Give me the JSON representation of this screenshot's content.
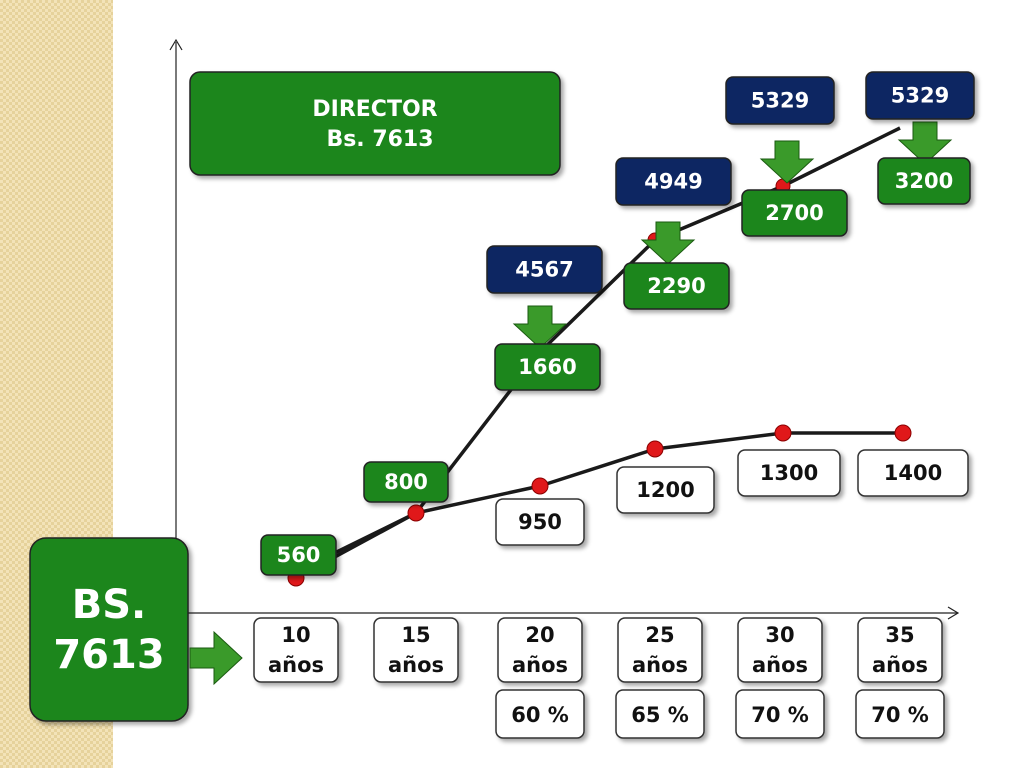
{
  "chart_data": {
    "type": "line",
    "title": "",
    "director": {
      "line1": "DIRECTOR",
      "line2": "Bs. 7613"
    },
    "base_salary": {
      "line1": "BS.",
      "line2": "7613"
    },
    "categories": [
      {
        "line1": "10",
        "line2": "años"
      },
      {
        "line1": "15",
        "line2": "años"
      },
      {
        "line1": "20",
        "line2": "años"
      },
      {
        "line1": "25",
        "line2": "años"
      },
      {
        "line1": "30",
        "line2": "años"
      },
      {
        "line1": "35",
        "line2": "años"
      }
    ],
    "percentages": [
      "",
      "",
      "60 %",
      "65 %",
      "70 %",
      "70 %"
    ],
    "series": [
      {
        "values": [
          560,
          800,
          1660,
          2290,
          2700,
          3200
        ],
        "labels": [
          "560",
          "800",
          "1660",
          "2290",
          "2700",
          "3200"
        ]
      },
      {
        "values": [
          null,
          null,
          4567,
          4949,
          5329,
          5329
        ],
        "labels": [
          "",
          "",
          "4567",
          "4949",
          "5329",
          "5329"
        ]
      },
      {
        "values": [
          560,
          800,
          950,
          1200,
          1300,
          1400
        ],
        "labels": [
          "560",
          "800",
          "950",
          "1200",
          "1300",
          "1400"
        ]
      }
    ],
    "colors": {
      "green": "#1d861f",
      "navy": "#0d2862",
      "arrow": "#3a9a2a",
      "dot": "#e0181a",
      "line": "#1a1a1a"
    }
  }
}
